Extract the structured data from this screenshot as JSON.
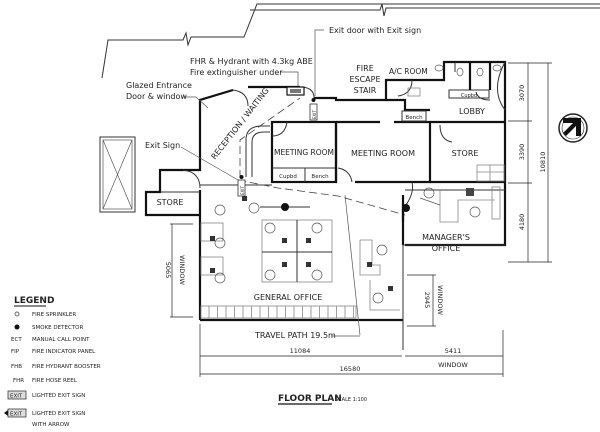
{
  "title": "FLOOR PLAN",
  "scale": "SCALE 1:100",
  "annotations": {
    "fhr_line1": "FHR & Hydrant with 4.3kg ABE",
    "fhr_line2": "Fire extinguisher under",
    "exit_door": "Exit door with Exit sign",
    "glazed_line1": "Glazed Entrance",
    "glazed_line2": "Door & window",
    "exit_sign": "Exit Sign",
    "travel_path": "TRAVEL PATH 19.5m"
  },
  "rooms": {
    "fire_escape_1": "FIRE",
    "fire_escape_2": "ESCAPE",
    "fire_escape_3": "STAIR",
    "ac_room": "A/C ROOM",
    "lobby": "LOBBY",
    "cupbd_lobby": "Cupbd",
    "bench_lobby": "Bench",
    "reception": "RECEPTION / WAITING",
    "meeting_room_1": "MEETING ROOM",
    "meeting_room_2": "MEETING ROOM",
    "cupbd": "Cupbd",
    "bench": "Bench",
    "store_right": "STORE",
    "store_left": "STORE",
    "managers_1": "MANAGER'S",
    "managers_2": "OFFICE",
    "general_office": "GENERAL OFFICE",
    "window_left": "WINDOW",
    "window_right": "WINDOW",
    "window_bottom": "WINDOW",
    "exit_tag": "EXIT"
  },
  "dimensions": {
    "right_top": "3070",
    "right_mid": "3390",
    "right_bot": "4180",
    "right_total": "10810",
    "left_window": "5065",
    "right_window": "2945",
    "bottom_left": "11084",
    "bottom_right": "5411",
    "bottom_total": "16580"
  },
  "legend": {
    "heading": "LEGEND",
    "items": [
      {
        "symbol": "sprinkler-icon",
        "code": "O",
        "label": "FIRE SPRINKLER"
      },
      {
        "symbol": "smoke-detector-icon",
        "code": "",
        "label": "SMOKE DETECTOR"
      },
      {
        "symbol": "text",
        "code": "ECT",
        "label": "MANUAL CALL POINT"
      },
      {
        "symbol": "text",
        "code": "FIP",
        "label": "FIRE INDICATOR PANEL"
      },
      {
        "symbol": "text",
        "code": "FHB",
        "label": "FIRE HYDRANT BOOSTER"
      },
      {
        "symbol": "text",
        "code": "FHR",
        "label": "FIRE HOSE REEL"
      },
      {
        "symbol": "exit-sign-icon",
        "code": "EXIT",
        "label": "LIGHTED EXIT SIGN"
      },
      {
        "symbol": "exit-arrow-icon",
        "code": "EXIT",
        "label": "LIGHTED EXIT SIGN",
        "label2": "WITH ARROW"
      }
    ]
  }
}
